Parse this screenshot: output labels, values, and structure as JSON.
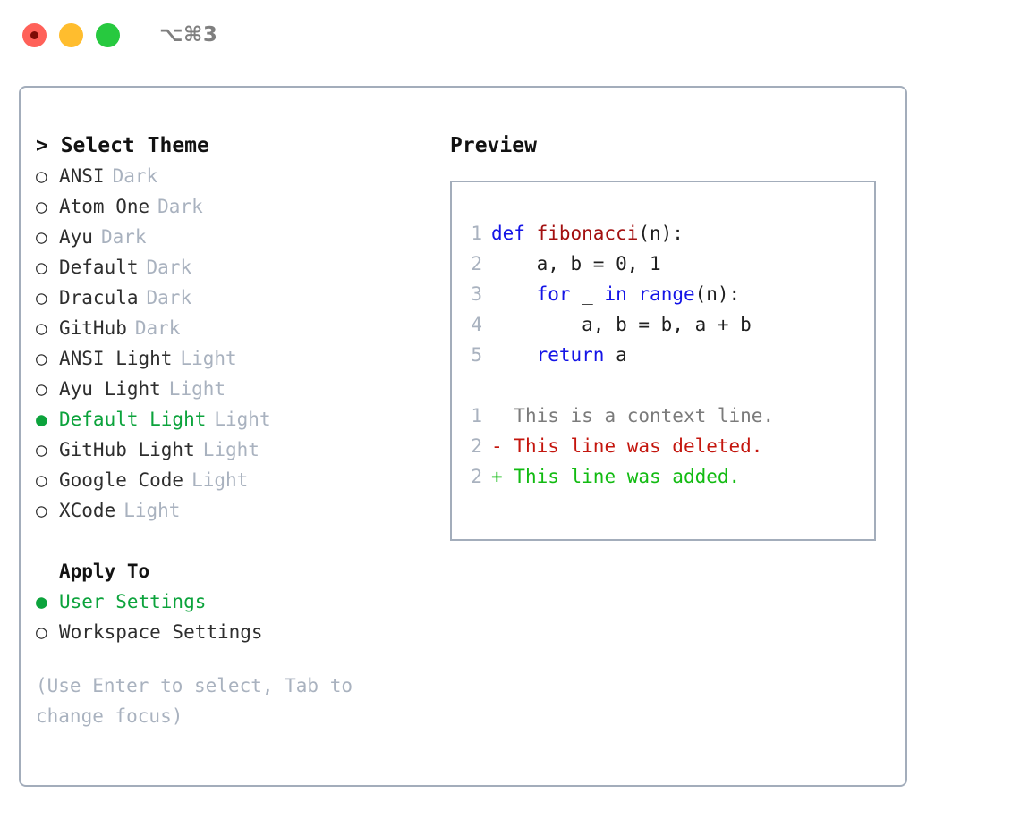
{
  "titlebar": {
    "shortcut": "⌥⌘3",
    "buttons": [
      {
        "name": "close",
        "color": "#ff6159"
      },
      {
        "name": "minimize",
        "color": "#ffbd2e"
      },
      {
        "name": "maximize",
        "color": "#27c93f"
      }
    ]
  },
  "colors": {
    "accent_green": "#0ca33c",
    "muted": "#a9b2bf",
    "border": "#a3adbb",
    "keyword_blue": "#1414e6",
    "function_red": "#a31010",
    "diff_deleted": "#c4160e",
    "diff_added": "#12bb12",
    "diff_context": "#7b7b7b"
  },
  "theme_list": {
    "heading": "> Select Theme",
    "marker_unselected": "○",
    "marker_selected": "●",
    "items": [
      {
        "label": "ANSI",
        "tag": "Dark",
        "selected": false
      },
      {
        "label": "Atom One",
        "tag": "Dark",
        "selected": false
      },
      {
        "label": "Ayu",
        "tag": "Dark",
        "selected": false
      },
      {
        "label": "Default",
        "tag": "Dark",
        "selected": false
      },
      {
        "label": "Dracula",
        "tag": "Dark",
        "selected": false
      },
      {
        "label": "GitHub",
        "tag": "Dark",
        "selected": false
      },
      {
        "label": "ANSI Light",
        "tag": "Light",
        "selected": false
      },
      {
        "label": "Ayu Light",
        "tag": "Light",
        "selected": false
      },
      {
        "label": "Default Light",
        "tag": "Light",
        "selected": true
      },
      {
        "label": "GitHub Light",
        "tag": "Light",
        "selected": false
      },
      {
        "label": "Google Code",
        "tag": "Light",
        "selected": false
      },
      {
        "label": "XCode",
        "tag": "Light",
        "selected": false
      }
    ]
  },
  "apply_to": {
    "heading": "Apply To",
    "items": [
      {
        "label": "User Settings",
        "selected": true
      },
      {
        "label": "Workspace Settings",
        "selected": false
      }
    ]
  },
  "hint": "(Use Enter to select, Tab to change focus)",
  "preview": {
    "title": "Preview",
    "code_lines": [
      {
        "num": "1",
        "segments": [
          {
            "text": "def ",
            "style": "kw"
          },
          {
            "text": "fibonacci",
            "style": "fn"
          },
          {
            "text": "(n):",
            "style": "plain"
          }
        ]
      },
      {
        "num": "2",
        "segments": [
          {
            "text": "    a, b = 0, 1",
            "style": "plain"
          }
        ]
      },
      {
        "num": "3",
        "segments": [
          {
            "text": "    ",
            "style": "plain"
          },
          {
            "text": "for",
            "style": "kw"
          },
          {
            "text": " _ ",
            "style": "plain"
          },
          {
            "text": "in",
            "style": "kw"
          },
          {
            "text": " ",
            "style": "plain"
          },
          {
            "text": "range",
            "style": "kw"
          },
          {
            "text": "(n):",
            "style": "plain"
          }
        ]
      },
      {
        "num": "4",
        "segments": [
          {
            "text": "        a, b = b, a + b",
            "style": "plain"
          }
        ]
      },
      {
        "num": "5",
        "segments": [
          {
            "text": "    ",
            "style": "plain"
          },
          {
            "text": "return",
            "style": "kw"
          },
          {
            "text": " a",
            "style": "plain"
          }
        ]
      }
    ],
    "diff_lines": [
      {
        "num": "1",
        "marker": " ",
        "text": " This is a context line.",
        "kind": "context"
      },
      {
        "num": "2",
        "marker": "-",
        "text": " This line was deleted.",
        "kind": "deleted"
      },
      {
        "num": "2",
        "marker": "+",
        "text": " This line was added.",
        "kind": "added"
      }
    ]
  }
}
